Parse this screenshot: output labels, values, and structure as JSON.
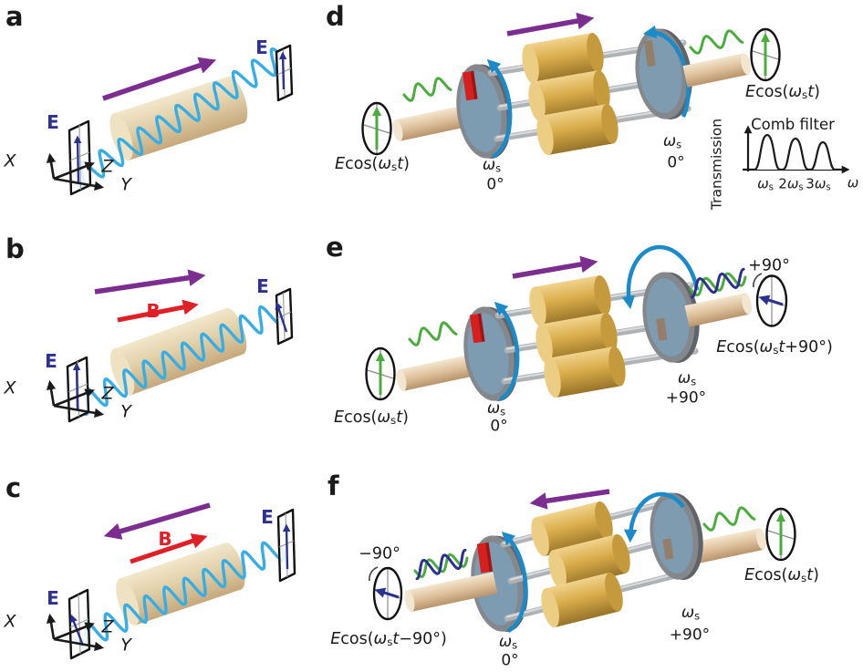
{
  "figure": {
    "description_visible_panels": [
      "a",
      "b",
      "c",
      "d",
      "e",
      "f"
    ]
  },
  "labels": {
    "e_field": "E",
    "b_field": "B",
    "axis_x": "X",
    "axis_y": "Y",
    "axis_z": "Z"
  },
  "rich": {
    "ecos_t": [
      {
        "t": "E",
        "i": true
      },
      {
        "t": "cos("
      },
      {
        "t": "ω",
        "i": true
      },
      {
        "t": "s",
        "sub": true
      },
      {
        "t": "t",
        "i": true
      },
      {
        "t": ")"
      }
    ],
    "ecos_t_p90": [
      {
        "t": "E",
        "i": true
      },
      {
        "t": "cos("
      },
      {
        "t": "ω",
        "i": true
      },
      {
        "t": "s",
        "sub": true
      },
      {
        "t": "t",
        "i": true
      },
      {
        "t": "+90°"
      },
      {
        "t": ")"
      }
    ],
    "ecos_t_m90": [
      {
        "t": "E",
        "i": true
      },
      {
        "t": "cos("
      },
      {
        "t": "ω",
        "i": true
      },
      {
        "t": "s",
        "sub": true
      },
      {
        "t": "t",
        "i": true
      },
      {
        "t": "−90°"
      },
      {
        "t": ")"
      }
    ],
    "omega_s": [
      {
        "t": "ω",
        "i": true
      },
      {
        "t": "s",
        "sub": true
      }
    ],
    "two_omega_s": [
      {
        "t": "2"
      },
      {
        "t": "ω",
        "i": true
      },
      {
        "t": "s",
        "sub": true
      }
    ],
    "three_omega_s": [
      {
        "t": "3"
      },
      {
        "t": "ω",
        "i": true
      },
      {
        "t": "s",
        "sub": true
      }
    ]
  },
  "panels": {
    "a": {
      "letter": "a",
      "input_polarizer_label": "E",
      "output_polarizer_label": "E",
      "axes": {
        "x": "X",
        "y": "Y",
        "z": "Z"
      }
    },
    "b": {
      "letter": "b",
      "input_polarizer_label": "E",
      "output_polarizer_label": "E",
      "field_label": "B",
      "axes": {
        "x": "X",
        "y": "Y",
        "z": "Z"
      }
    },
    "c": {
      "letter": "c",
      "input_polarizer_label": "E",
      "output_polarizer_label": "E",
      "field_label": "B",
      "axes": {
        "x": "X",
        "y": "Y",
        "z": "Z"
      }
    },
    "d": {
      "letter": "d",
      "input_signal": "Ecos(ωst)",
      "output_signal": "Ecos(ωst)",
      "disc_left": {
        "freq": "ωs",
        "phase": "0°"
      },
      "disc_right": {
        "freq": "ωs",
        "phase": "0°"
      },
      "comb_filter": {
        "title": "Comb filter",
        "ylabel": "Transmission",
        "xlabel": "ω",
        "xticks": [
          "ωs",
          "2ωs",
          "3ωs"
        ],
        "peaks_rel_height": [
          1.0,
          0.9,
          0.8
        ]
      }
    },
    "e": {
      "letter": "e",
      "input_signal": "Ecos(ωst)",
      "output_signal": "Ecos(ωst+90°)",
      "output_rotation": "+90°",
      "disc_left": {
        "freq": "ωs",
        "phase": "0°"
      },
      "disc_right": {
        "freq": "ωs",
        "phase": "+90°"
      }
    },
    "f": {
      "letter": "f",
      "input_signal": "Ecos(ωst)",
      "output_signal": "Ecos(ωst−90°)",
      "output_rotation": "−90°",
      "disc_left": {
        "freq": "ωs",
        "phase": "0°"
      },
      "disc_right": {
        "freq": "ωs",
        "phase": "+90°"
      }
    }
  },
  "colors": {
    "propagation_arrow": "#7B2D90",
    "magnetic_field_arrow": "#E01F26",
    "light_wave": "#36AEE5",
    "signal_wave_green": "#4AAC3C",
    "signal_wave_blue": "#2B3191",
    "polarization_label": "#2E3192",
    "rotation_arrow": "#1A8AC8",
    "rod_gray": "#AEB2B5",
    "gear_gold": "#D9AC4A",
    "shaft_tan": "#DEC19C",
    "disc_face_blue": "#7D9DB4",
    "disc_rim_gray": "#84888C",
    "red_bar": "#D6201F",
    "text": "#1a1a1a"
  }
}
